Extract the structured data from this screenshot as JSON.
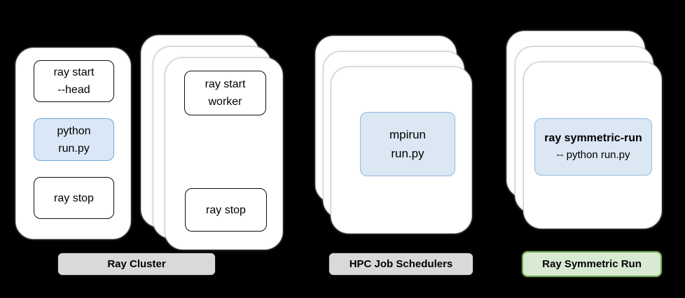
{
  "palette": {
    "background": "#000000",
    "card_fill": "#ffffff",
    "highlight_blue_fill": "#d9e7f6",
    "highlight_blue_border": "#6fa8dc",
    "badge_gray_fill": "#d9d9d9",
    "badge_green_fill": "#d9ead3",
    "badge_green_border": "#6aa84f"
  },
  "ray_cluster": {
    "label": "Ray Cluster",
    "head_card": {
      "start_command": "ray start\n--head",
      "run_command": "python\nrun.py",
      "stop_command": "ray stop"
    },
    "worker_card": {
      "start_command": "ray start\nworker",
      "stop_command": "ray stop"
    }
  },
  "hpc": {
    "label": "HPC Job Schedulers",
    "run_command": "mpirun\nrun.py"
  },
  "symmetric_run": {
    "label": "Ray Symmetric Run",
    "command_line1": "ray symmetric-run",
    "command_line2": "-- python run.py"
  }
}
